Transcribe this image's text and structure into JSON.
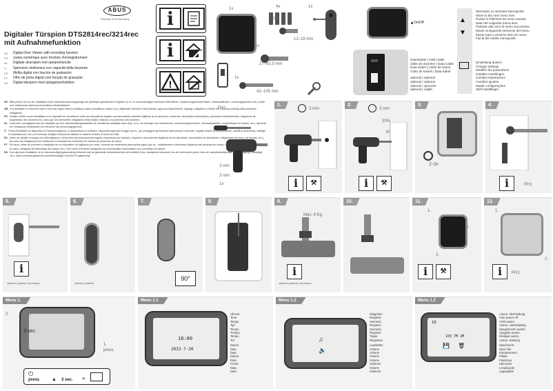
{
  "header": {
    "brand": "ABUS",
    "tagline": "Security Tech Germany",
    "title": "Digitaler Türspion DTS2814rec/3214rec mit Aufnahmefunktion",
    "languages": [
      {
        "code": "DE",
        "text": "Digital Door Viewer with recording function"
      },
      {
        "code": "FR",
        "text": "Judas numérique avec fonction d'enregistrement"
      },
      {
        "code": "NL",
        "text": "Digitale deurspion met opnamefunctie"
      },
      {
        "code": "IT",
        "text": "Spioncino elettronico con capacità della funzione"
      },
      {
        "code": "ES",
        "text": "Mirilla digital con función de grabación"
      },
      {
        "code": "PT",
        "text": "Olho de porta digital com função de gravação"
      },
      {
        "code": "DK",
        "text": "Digital dørspion med optagelsesfunktion"
      }
    ]
  },
  "top_panel": {
    "count_labels": [
      "1x",
      "4x",
      "1x",
      "1x",
      "1x",
      "1x"
    ],
    "dimensions": [
      "12–18 mm",
      "27–62.5 mm",
      "42–105 mm"
    ],
    "onoff_label": "On/Off",
    "storage_labels": [
      "Datenkabel | USB Cable",
      "câble de données | Data Cable",
      "Data Kabel | Cable de Datos",
      "Cabo de Dados | Data Kabel",
      "optional | optional",
      "optional | optional",
      "optional | opcional",
      "optional | valgfri"
    ],
    "nav_list": [
      "Wechseln zu nächstes Menüpunkt",
      "Move to the next menu item",
      "Passer à l'élément de menu suivant",
      "Naar het volgende menu-item",
      "Passare alla voce di menu successiva",
      "Mover al siguiente elemento del menu",
      "Mover para o próximo item do menu",
      "Flyt til det næste menupunkt"
    ],
    "confirm_list": [
      "Einstellung ändern",
      "Change settings",
      "Modifier les paramètres",
      "Instellen instellingen",
      "Cambia impostazioni",
      "Cambiar ajustes",
      "Mudar configurações",
      "Skift indstillinger"
    ]
  },
  "info": [
    {
      "code": "DE",
      "text": "Bitte prüfen Sie vor der Installation einer Videoüberwachungsanlage die jeweiligen gesetzlichen Vorgaben (z. B. zu schutzwürdigen Interessen Betroffener, Zustimmungserfordernissen, Hinweispflichten, Löschungspflichten etc.) sowie evtl. bestehende datenschutzrechtliche Meldepflichten!"
    },
    {
      "code": "GB",
      "text": "It is advisable to check the laws in the host region before installing a video surveillance system (e.g. legitimate interests of third parties, approval requirements, signage, obligation to delete etc.) and any existing data protection obligations."
    },
    {
      "code": "FR",
      "text": "Veuillez vérifier avant l'installation d'un dispositif de surveillance vidéo les dispositions légales correspondantes (intérêts légitimes de la personne concernée, demandes d'autorisation, panneaux d'avertissement, obligations de suppression des données etc.) ainsi que les éventuelles obligations d'information relatives à la protection des données."
    },
    {
      "code": "NL",
      "text": "Controleer voorafgaand aan de installatie van een videobewakingsinstallatie de betreffende wettelijke eisen (bijv. m.b.t. de belangen van betrokkenen, toestemmingsvereisten, informatieplichten, verplichtingen tot wissen, etc.), alsmede evt. bestaande meldplichten ten behoeve van persoonsgegevens!"
    },
    {
      "code": "IT",
      "text": "Prima d'installare un dispositivo di videosorveglianza, si raccomanda di verificare i dispositivi regionali di legge (ad es., per proteggere gli interessi delle persone coinvolte, requisiti relativi all'autorizzazione, cartelli di avvertenza, obblighi di cancellazione, ecc.) ed eventuali obblighi di denuncia esistenti in materia di diritto di tutela dei dati!"
    },
    {
      "code": "ES",
      "text": "Antes de instalar un equipo de videovigilancia, compruebe las prescripciones legales respectivas (por ejemplo, respecto a los intereses legítimos de los afectados, necesidades de aprobación, obligaciones de aviso, de borrado, etc.), así como las obligaciones de notificación eventualmente existentes en materia de protección de datos."
    },
    {
      "code": "PT",
      "text": "Por favor, antes de proceder à instalação de um dispositivo de vigilância por vídeo, consulte as respectivas prescrições legais (por ex., relativamente a interesses legítimos das pessoas em causa, necessidade de aprovação, placas de aviso, obrigação de eliminação dos dados, etc.), bem como eventuais obrigações de comunicação relacionadas com a proteção de dados!"
    },
    {
      "code": "DK",
      "text": "Kan dig inden installation af en videoovervågningsanordning bekendt med de gældende lovbestemmelser på området (f.eks. beskyttede interesser hos de involverede parter, krav om samtykkeerklæringer, oplysningspligt, slettepligt etc.), samt eventuelt gældende anmeldelsespligt i henhold til registrering!"
    }
  ],
  "tools": {
    "drill_sizes": [
      "PH1",
      "3 mm",
      "3 mm",
      "1x"
    ]
  },
  "steps": [
    {
      "num": "1.",
      "labels": [
        "3 mm"
      ]
    },
    {
      "num": "2.",
      "labels": [
        "3 mm",
        "30%",
        "60%"
      ]
    },
    {
      "num": "3.",
      "labels": [
        "2-3x"
      ]
    },
    {
      "num": "4.",
      "labels": [
        "PH1"
      ]
    },
    {
      "num": "5.",
      "labels": [
        "optional | optional | Accessory"
      ]
    },
    {
      "num": "6.",
      "labels": [
        "optional | optional"
      ]
    },
    {
      "num": "7.",
      "labels": [
        "90°"
      ]
    },
    {
      "num": "8.",
      "labels": []
    },
    {
      "num": "9.",
      "labels": [
        "Max. 8 Kg",
        "optional | optional | Accessory"
      ]
    },
    {
      "num": "10.",
      "labels": []
    },
    {
      "num": "11.",
      "labels": [
        "1.",
        "2.",
        "3."
      ]
    },
    {
      "num": "12.",
      "labels": [
        "1.",
        "2.",
        "PH1"
      ]
    }
  ],
  "menus": [
    {
      "title": "Menu 1.",
      "press_label": "press",
      "hold_label": "3 sec.",
      "step_labels": [
        "1.",
        "2."
      ]
    },
    {
      "title": "Menu 1.1",
      "time": "18:00",
      "date": "2032-7-30",
      "items": [
        "Uhrzeit",
        "Time",
        "Temps",
        "Tijd",
        "Tempo",
        "Tiempo",
        "Tempo",
        "Tid",
        "Datum",
        "Date",
        "Date",
        "Datum",
        "Data",
        "Fecha",
        "Data",
        "Dato"
      ]
    },
    {
      "title": "Menu 1.2",
      "items": [
        "Klingelton",
        "Ringtone",
        "Sonnerie",
        "Ringtone",
        "Suoneria",
        "Ringtone",
        "Toque",
        "Ringetone",
        "Lautstärke",
        "Volume",
        "Volume",
        "Volume",
        "Volume",
        "Volumen",
        "Volume",
        "Volumen"
      ]
    },
    {
      "title": "Menu 1.3",
      "lcd_value": "18",
      "lcd_readout": "103 7M 2M",
      "items": [
        "Autom. Abschaltung",
        "Auto power off",
        "Arrêt autom.",
        "Autom. uitschakeling",
        "Spegnimento autom.",
        "Apagado autom.",
        "Desligar autom.",
        "Autom. slukning",
        "Speicherort",
        "Save File",
        "Emplacement",
        "Plaats",
        "Posizione",
        "Ubicación",
        "Localização",
        "Lagerplads"
      ]
    }
  ]
}
